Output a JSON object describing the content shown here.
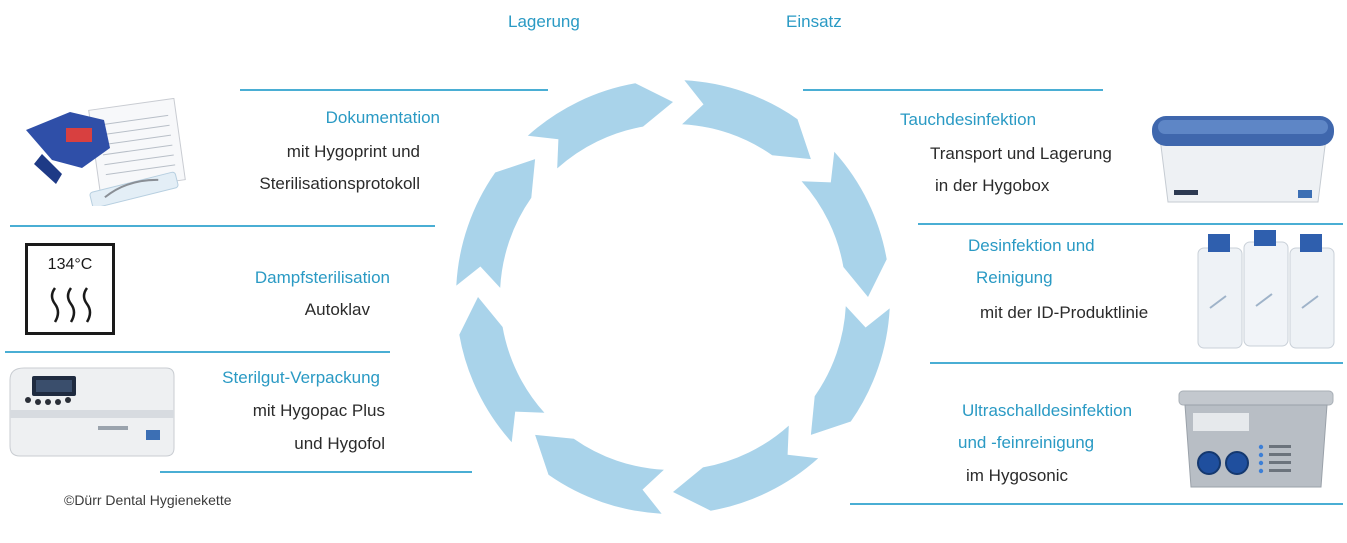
{
  "top": {
    "left": "Lagerung",
    "right": "Einsatz"
  },
  "left": {
    "dokumentation": {
      "title": "Dokumentation",
      "lines": [
        "mit Hygoprint und",
        "Sterilisationsprotokoll"
      ]
    },
    "dampf": {
      "title": "Dampfsterilisation",
      "lines": [
        "Autoklav"
      ],
      "icon_temp": "134°C"
    },
    "verpackung": {
      "title": "Sterilgut-Verpackung",
      "lines": [
        "mit Hygopac Plus",
        "und Hygofol"
      ]
    }
  },
  "right": {
    "tauch": {
      "title": "Tauchdesinfektion",
      "lines": [
        "Transport und Lagerung",
        "in der Hygobox"
      ]
    },
    "desinfektion": {
      "title_lines": [
        "Desinfektion und",
        "Reinigung"
      ],
      "lines": [
        "mit der ID-Produktlinie"
      ]
    },
    "ultraschall": {
      "title_lines": [
        "Ultraschalldesinfektion",
        "und -feinreinigung"
      ],
      "lines": [
        "im Hygosonic"
      ]
    }
  },
  "copyright": "©Dürr Dental Hygienekette",
  "colors": {
    "accent": "#2a9ac4",
    "arrow": "#a9d3ea",
    "rule": "#4aaed4"
  }
}
